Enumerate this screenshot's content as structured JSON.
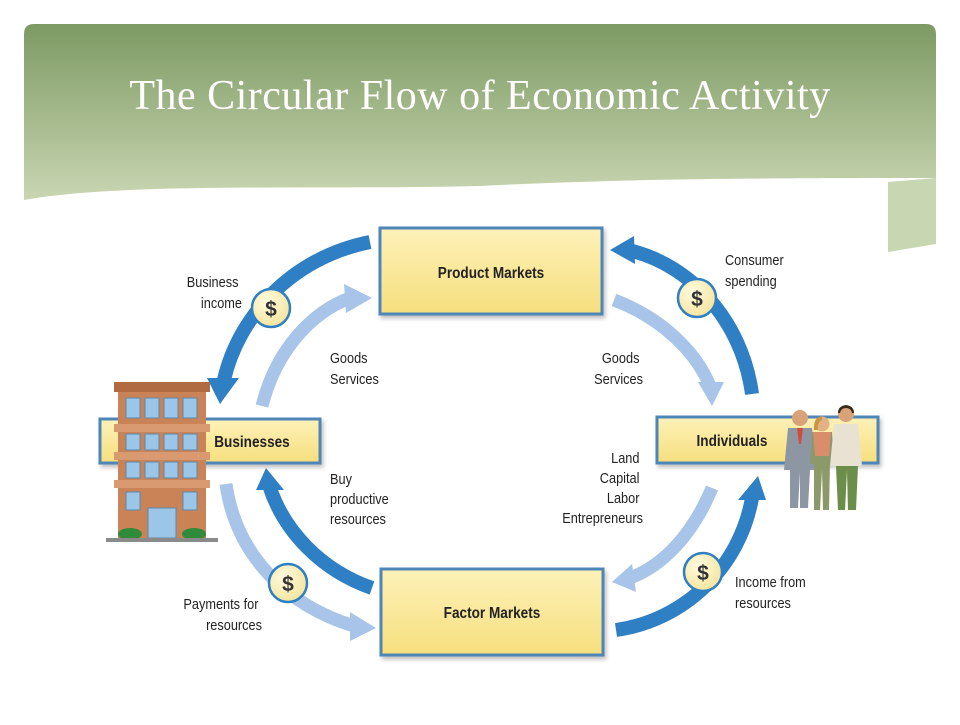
{
  "slide": {
    "title": "The Circular Flow of  Economic Activity"
  },
  "diagram": {
    "boxes": {
      "product_markets": "Product Markets",
      "factor_markets": "Factor Markets",
      "businesses": "Businesses",
      "individuals": "Individuals"
    },
    "labels": {
      "business_income": [
        "Business",
        "income"
      ],
      "consumer_spending": [
        "Consumer",
        "spending"
      ],
      "goods_services_left": [
        "Goods",
        "Services"
      ],
      "goods_services_right": [
        "Goods",
        "Services"
      ],
      "buy_productive_resources": [
        "Buy",
        "productive",
        "resources"
      ],
      "land_capital_labor": [
        "Land",
        "Capital",
        "Labor",
        "Entrepreneurs"
      ],
      "payments_for_resources": [
        "Payments for",
        "resources"
      ],
      "income_from_resources": [
        "Income from",
        "resources"
      ]
    },
    "dollar_symbol": "$",
    "colors": {
      "header_top": "#7d9a63",
      "header_bottom": "#c9d6b2",
      "box_fill": "#fbe89a",
      "box_stroke": "#4f86b8",
      "money_arrow": "#2f7fc4",
      "goods_arrow": "#a8c4e8",
      "coin_fill": "#fcf3c4"
    },
    "icons": [
      "building-icon",
      "people-icon",
      "dollar-coin-icon"
    ]
  }
}
